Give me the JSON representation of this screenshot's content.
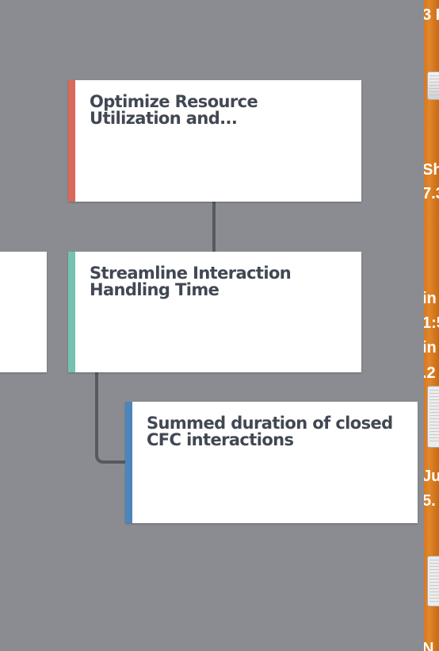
{
  "diagram": {
    "nodes": [
      {
        "id": "optimize",
        "title": "Optimize Resource Utilization and...",
        "accent": "#d9695a"
      },
      {
        "id": "streamline",
        "title": "Streamline Interaction Handling Time",
        "accent": "#76c2b0"
      },
      {
        "id": "summed",
        "title": "Summed duration of closed CFC interactions",
        "accent": "#4a86bd"
      },
      {
        "id": "partial-left",
        "title": "",
        "accent": ""
      }
    ],
    "edges": [
      {
        "from": "optimize",
        "to": "streamline"
      },
      {
        "from": "streamline",
        "to": "summed"
      }
    ]
  },
  "side_strip": {
    "texts": [
      "3 F",
      "Sh",
      "7.3",
      "in",
      "1:5",
      "in",
      ".2",
      "Ju",
      "5.",
      "N"
    ]
  },
  "colors": {
    "canvas": "#8b8c91",
    "card": "#ffffff",
    "title_text": "#414853",
    "connector": "#555a60",
    "side_strip": "#d9781f"
  }
}
